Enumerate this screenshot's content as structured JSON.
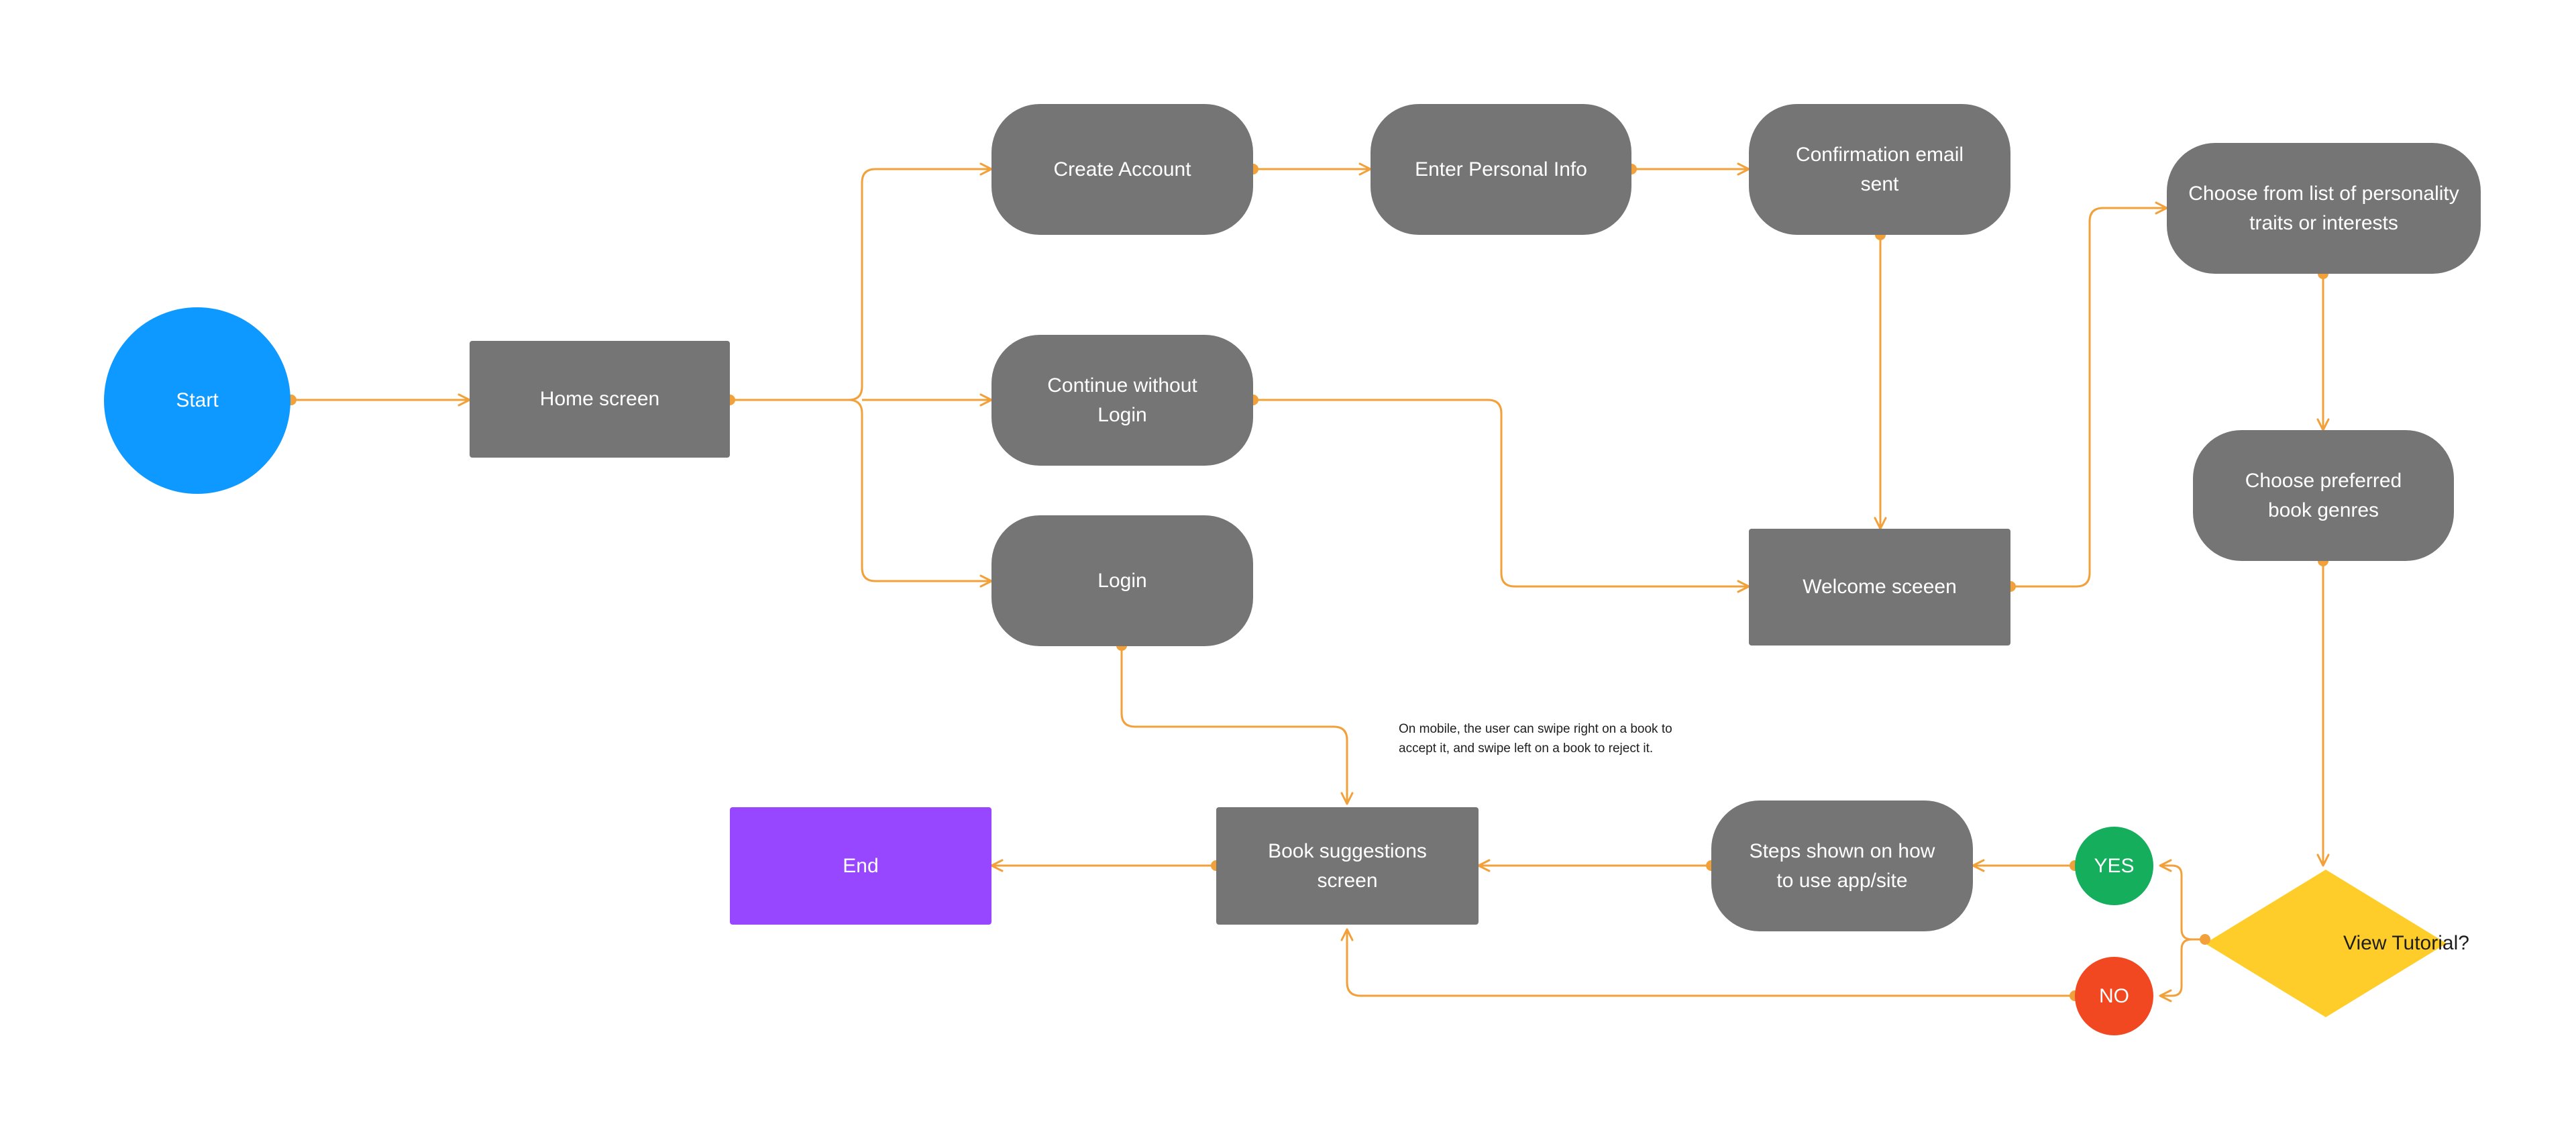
{
  "colors": {
    "connector": "#f2a03a",
    "process_node": "#757575",
    "start_node": "#0d99ff",
    "end_node": "#9747ff",
    "yes_node": "#14ae5c",
    "no_node": "#f24822",
    "decision_node": "#ffcd29",
    "text_light": "#ffffff",
    "text_dark": "#1e1e1e"
  },
  "nodes": {
    "start": "Start",
    "home": "Home screen",
    "create_account": "Create Account",
    "personal_info": "Enter Personal Info",
    "confirmation_email": "Confirmation email sent",
    "continue_without_login": "Continue without Login",
    "login": "Login",
    "welcome": "Welcome sceeen",
    "choose_traits": "Choose from list of personality traits or interests",
    "choose_genres": "Choose preferred book genres",
    "view_tutorial": "View Tutorial?",
    "yes": "YES",
    "no": "NO",
    "steps": "Steps shown on how to use app/site",
    "book_suggestions": "Book suggestions screen",
    "end": "End"
  },
  "note": "On mobile, the user can swipe right on a book to accept it, and swipe left on a book to reject it.",
  "connections": [
    [
      "start",
      "home"
    ],
    [
      "home",
      "create_account"
    ],
    [
      "home",
      "continue_without_login"
    ],
    [
      "home",
      "login"
    ],
    [
      "create_account",
      "personal_info"
    ],
    [
      "personal_info",
      "confirmation_email"
    ],
    [
      "confirmation_email",
      "welcome"
    ],
    [
      "continue_without_login",
      "welcome"
    ],
    [
      "welcome",
      "choose_traits"
    ],
    [
      "choose_traits",
      "choose_genres"
    ],
    [
      "choose_genres",
      "view_tutorial"
    ],
    [
      "view_tutorial",
      "yes"
    ],
    [
      "view_tutorial",
      "no"
    ],
    [
      "yes",
      "steps"
    ],
    [
      "steps",
      "book_suggestions"
    ],
    [
      "no",
      "book_suggestions"
    ],
    [
      "login",
      "book_suggestions"
    ],
    [
      "book_suggestions",
      "end"
    ]
  ]
}
